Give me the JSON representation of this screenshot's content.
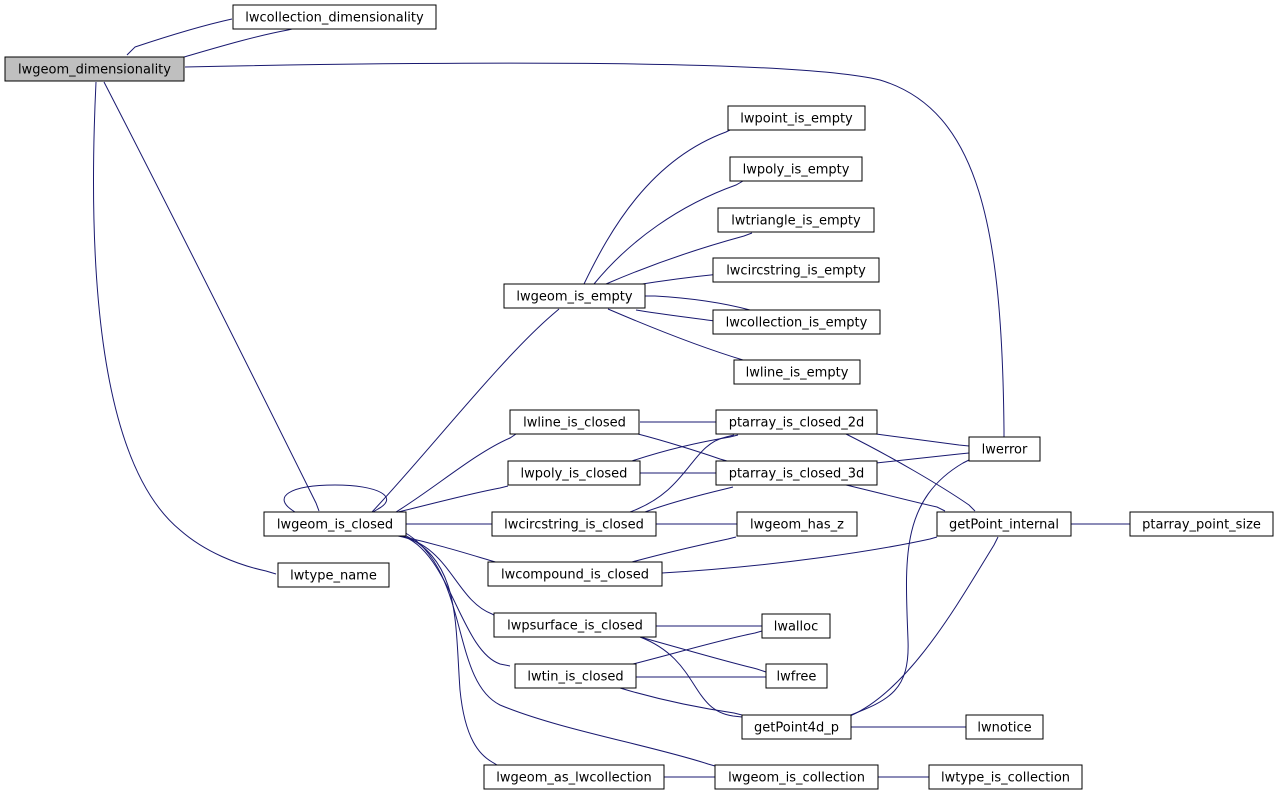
{
  "diagram": {
    "type": "call-graph",
    "colors": {
      "node_fill": "#ffffff",
      "root_fill": "#bfbfbf",
      "node_border": "#000000",
      "edge": "#191970"
    },
    "nodes": [
      {
        "id": "lwgeom_dimensionality",
        "label": "lwgeom_dimensionality",
        "root": true
      },
      {
        "id": "lwcollection_dimensionality",
        "label": "lwcollection_dimensionality"
      },
      {
        "id": "lwerror",
        "label": "lwerror"
      },
      {
        "id": "lwgeom_is_closed",
        "label": "lwgeom_is_closed"
      },
      {
        "id": "lwtype_name",
        "label": "lwtype_name"
      },
      {
        "id": "lwgeom_is_empty",
        "label": "lwgeom_is_empty"
      },
      {
        "id": "lwpoint_is_empty",
        "label": "lwpoint_is_empty"
      },
      {
        "id": "lwpoly_is_empty",
        "label": "lwpoly_is_empty"
      },
      {
        "id": "lwtriangle_is_empty",
        "label": "lwtriangle_is_empty"
      },
      {
        "id": "lwcircstring_is_empty",
        "label": "lwcircstring_is_empty"
      },
      {
        "id": "lwcollection_is_empty",
        "label": "lwcollection_is_empty"
      },
      {
        "id": "lwline_is_empty",
        "label": "lwline_is_empty"
      },
      {
        "id": "lwline_is_closed",
        "label": "lwline_is_closed"
      },
      {
        "id": "lwpoly_is_closed",
        "label": "lwpoly_is_closed"
      },
      {
        "id": "lwcircstring_is_closed",
        "label": "lwcircstring_is_closed"
      },
      {
        "id": "lwcompound_is_closed",
        "label": "lwcompound_is_closed"
      },
      {
        "id": "lwpsurface_is_closed",
        "label": "lwpsurface_is_closed"
      },
      {
        "id": "lwtin_is_closed",
        "label": "lwtin_is_closed"
      },
      {
        "id": "lwgeom_as_lwcollection",
        "label": "lwgeom_as_lwcollection"
      },
      {
        "id": "ptarray_is_closed_2d",
        "label": "ptarray_is_closed_2d"
      },
      {
        "id": "ptarray_is_closed_3d",
        "label": "ptarray_is_closed_3d"
      },
      {
        "id": "lwgeom_has_z",
        "label": "lwgeom_has_z"
      },
      {
        "id": "lwalloc",
        "label": "lwalloc"
      },
      {
        "id": "lwfree",
        "label": "lwfree"
      },
      {
        "id": "getPoint4d_p",
        "label": "getPoint4d_p"
      },
      {
        "id": "lwgeom_is_collection",
        "label": "lwgeom_is_collection"
      },
      {
        "id": "getPoint_internal",
        "label": "getPoint_internal"
      },
      {
        "id": "lwnotice",
        "label": "lwnotice"
      },
      {
        "id": "ptarray_point_size",
        "label": "ptarray_point_size"
      },
      {
        "id": "lwtype_is_collection",
        "label": "lwtype_is_collection"
      }
    ],
    "edges": [
      [
        "lwgeom_dimensionality",
        "lwcollection_dimensionality"
      ],
      [
        "lwcollection_dimensionality",
        "lwgeom_dimensionality"
      ],
      [
        "lwgeom_dimensionality",
        "lwerror"
      ],
      [
        "lwgeom_dimensionality",
        "lwgeom_is_closed"
      ],
      [
        "lwgeom_dimensionality",
        "lwtype_name"
      ],
      [
        "lwgeom_is_closed",
        "lwgeom_is_closed"
      ],
      [
        "lwgeom_is_closed",
        "lwgeom_is_empty"
      ],
      [
        "lwgeom_is_closed",
        "lwline_is_closed"
      ],
      [
        "lwgeom_is_closed",
        "lwpoly_is_closed"
      ],
      [
        "lwgeom_is_closed",
        "lwcircstring_is_closed"
      ],
      [
        "lwgeom_is_closed",
        "lwcompound_is_closed"
      ],
      [
        "lwgeom_is_closed",
        "lwpsurface_is_closed"
      ],
      [
        "lwgeom_is_closed",
        "lwtin_is_closed"
      ],
      [
        "lwgeom_is_closed",
        "lwgeom_as_lwcollection"
      ],
      [
        "lwgeom_is_closed",
        "lwgeom_is_collection"
      ],
      [
        "lwgeom_is_empty",
        "lwpoint_is_empty"
      ],
      [
        "lwgeom_is_empty",
        "lwpoly_is_empty"
      ],
      [
        "lwgeom_is_empty",
        "lwtriangle_is_empty"
      ],
      [
        "lwgeom_is_empty",
        "lwcircstring_is_empty"
      ],
      [
        "lwgeom_is_empty",
        "lwcollection_is_empty"
      ],
      [
        "lwcollection_is_empty",
        "lwgeom_is_empty"
      ],
      [
        "lwgeom_is_empty",
        "lwline_is_empty"
      ],
      [
        "lwline_is_closed",
        "ptarray_is_closed_2d"
      ],
      [
        "lwline_is_closed",
        "ptarray_is_closed_3d"
      ],
      [
        "lwpoly_is_closed",
        "ptarray_is_closed_2d"
      ],
      [
        "lwpoly_is_closed",
        "ptarray_is_closed_3d"
      ],
      [
        "lwcircstring_is_closed",
        "ptarray_is_closed_2d"
      ],
      [
        "lwcircstring_is_closed",
        "ptarray_is_closed_3d"
      ],
      [
        "lwcircstring_is_closed",
        "lwgeom_has_z"
      ],
      [
        "lwcompound_is_closed",
        "lwgeom_has_z"
      ],
      [
        "lwcompound_is_closed",
        "getPoint_internal"
      ],
      [
        "lwpsurface_is_closed",
        "lwalloc"
      ],
      [
        "lwpsurface_is_closed",
        "lwfree"
      ],
      [
        "lwpsurface_is_closed",
        "getPoint4d_p"
      ],
      [
        "lwtin_is_closed",
        "lwalloc"
      ],
      [
        "lwtin_is_closed",
        "lwfree"
      ],
      [
        "lwtin_is_closed",
        "getPoint4d_p"
      ],
      [
        "lwgeom_as_lwcollection",
        "lwgeom_is_collection"
      ],
      [
        "lwgeom_is_collection",
        "lwtype_is_collection"
      ],
      [
        "ptarray_is_closed_2d",
        "lwerror"
      ],
      [
        "ptarray_is_closed_2d",
        "getPoint_internal"
      ],
      [
        "ptarray_is_closed_3d",
        "lwerror"
      ],
      [
        "ptarray_is_closed_3d",
        "getPoint_internal"
      ],
      [
        "getPoint4d_p",
        "lwerror"
      ],
      [
        "getPoint4d_p",
        "getPoint_internal"
      ],
      [
        "getPoint4d_p",
        "lwnotice"
      ],
      [
        "getPoint_internal",
        "ptarray_point_size"
      ]
    ]
  }
}
